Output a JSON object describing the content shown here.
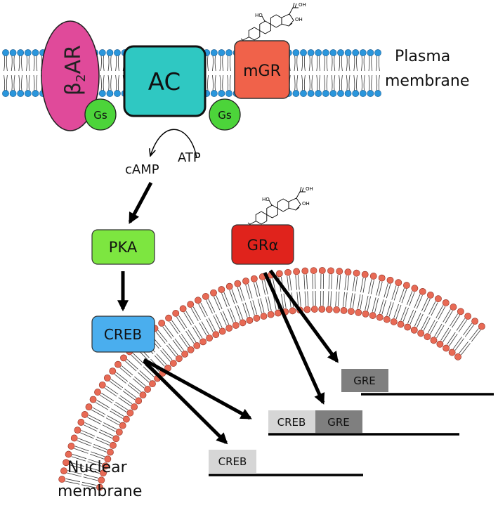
{
  "labels": {
    "plasma_membrane_line1": "Plasma",
    "plasma_membrane_line2": "membrane",
    "nuclear_membrane_line1": "Nuclear",
    "nuclear_membrane_line2": "membrane",
    "b2ar_prefix": "β",
    "b2ar_sub": "2",
    "b2ar_suffix": "AR",
    "ac": "AC",
    "mgr": "mGR",
    "gs_left": "Gs",
    "gs_right": "Gs",
    "camp": "cAMP",
    "atp": "ATP",
    "pka": "PKA",
    "gra": "GRα",
    "creb": "CREB",
    "gre_top": "GRE",
    "creb_mid": "CREB",
    "gre_mid": "GRE",
    "creb_bottom": "CREB",
    "steroid_top_ho": "HO",
    "steroid_top_oh": "OH",
    "steroid_top_oh2": "OH",
    "steroid_mid_ho": "HO",
    "steroid_mid_oh": "OH",
    "steroid_mid_oh2": "OH"
  },
  "colors": {
    "b2ar": "#e04a9a",
    "ac": "#2fc8c2",
    "mgr": "#f0624a",
    "gs": "#4cd43a",
    "pka": "#7de640",
    "gra": "#e0231c",
    "creb": "#4aaeee",
    "plasma_head": "#2a96dc",
    "nuclear_head": "#e86a55",
    "gre_box": "#7f7f7f",
    "creb_box": "#d6d6d6"
  },
  "icons": {
    "steroid": "steroid-molecule-icon"
  }
}
